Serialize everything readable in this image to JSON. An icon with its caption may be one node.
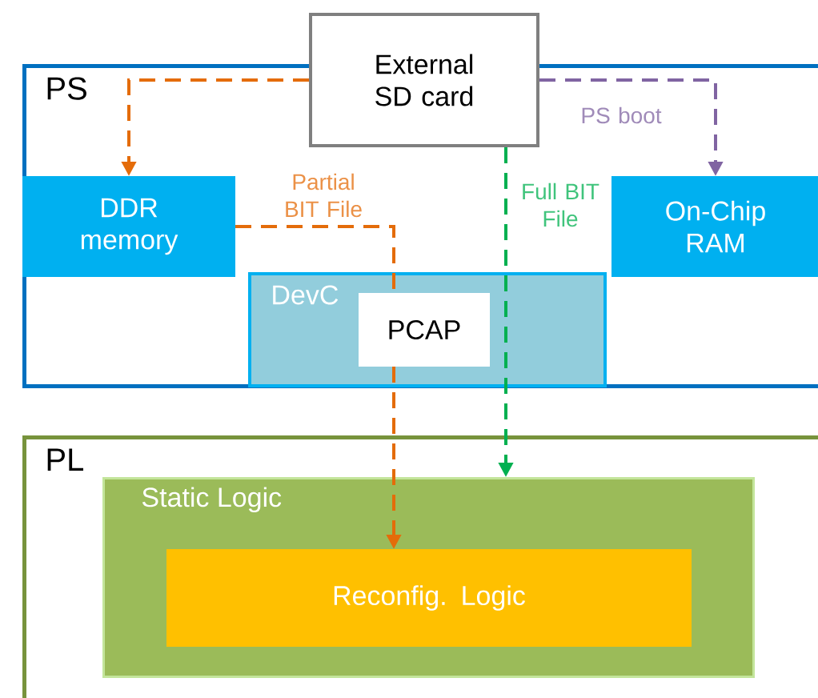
{
  "diagram": {
    "nodes": [
      {
        "text": [
          "PS"
        ]
      },
      {
        "text": [
          "External SD card"
        ]
      },
      {
        "text": [
          "DDR memory"
        ],
        "in": 0
      },
      {
        "text": [
          "On-Chip RAM"
        ],
        "in": 0
      },
      {
        "text": [
          "DevC"
        ],
        "in": 0
      },
      {
        "text": [
          "PCAP"
        ],
        "in": 4
      },
      {
        "text": [
          "PL"
        ]
      },
      {
        "text": [
          "Static Logic"
        ],
        "in": 6
      },
      {
        "text": [
          "Reconfig. Logic"
        ],
        "in": 7
      }
    ],
    "edges": [
      {
        "from": 1,
        "to": 2,
        "arrow": "to",
        "style": "dashed",
        "color": "#e46c0a"
      },
      {
        "from": 1,
        "to": 3,
        "arrow": "to",
        "label": "PS boot",
        "style": "dashed",
        "color": "#8064a2"
      },
      {
        "from": 1,
        "to": 7,
        "arrow": "to",
        "label": "Full BIT File",
        "style": "dashed",
        "color": "#00b050"
      },
      {
        "from": 2,
        "to": 5,
        "arrow": "none",
        "label": "Partial BIT File",
        "style": "dashed",
        "color": "#e46c0a"
      },
      {
        "from": 5,
        "to": 8,
        "arrow": "to",
        "style": "dashed",
        "color": "#e46c0a"
      }
    ]
  }
}
